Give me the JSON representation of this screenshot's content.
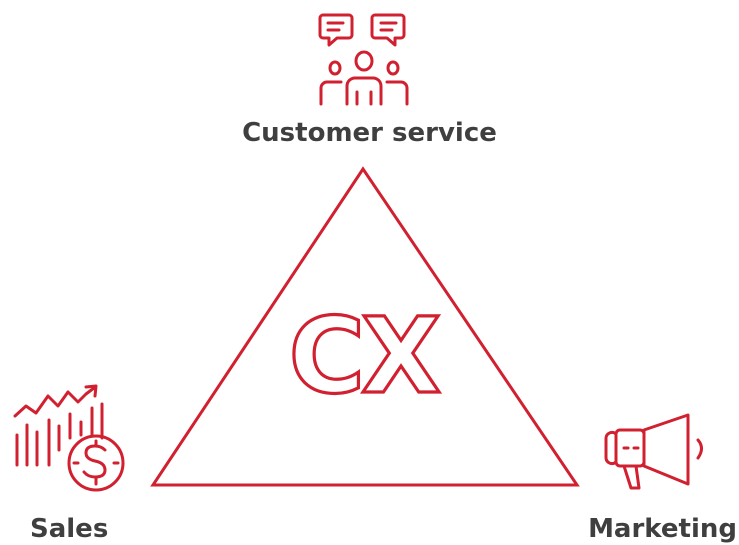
{
  "center": {
    "text": "CX"
  },
  "nodes": {
    "top": {
      "label": "Customer service",
      "icon": "customer-service-icon"
    },
    "left": {
      "label": "Sales",
      "icon": "sales-chart-dollar-icon"
    },
    "right": {
      "label": "Marketing",
      "icon": "megaphone-icon"
    }
  },
  "colors": {
    "accent": "#d1202f",
    "text": "#3f3f3f",
    "background": "#ffffff"
  }
}
